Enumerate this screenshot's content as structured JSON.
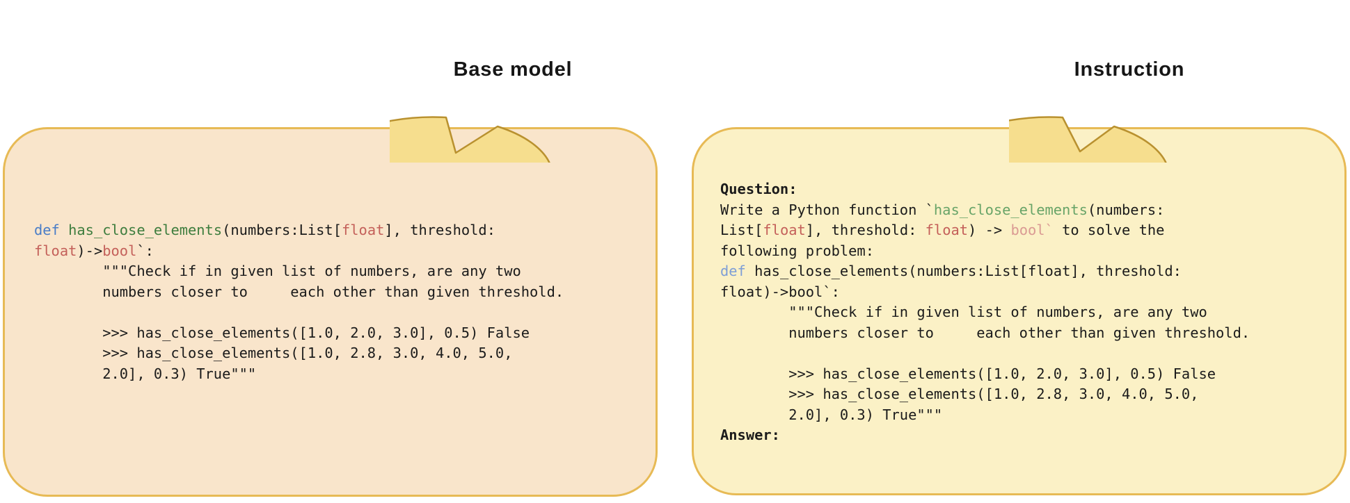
{
  "figure": {
    "description_labels": {
      "left_bubble": "Base model",
      "right_bubble": "Instruction"
    }
  },
  "colors": {
    "page_background": "#ffffff",
    "base_panel_fill": "#f9e5cb",
    "instruction_panel_fill": "#fbf1c6",
    "panel_border": "#e7ba55",
    "bubble_fill": "#f6de8e",
    "bubble_border": "#b9912f"
  },
  "palette": {
    "black": "#1b1b1b",
    "blue": "#4a7dc7",
    "blueLight": "#7e9ed6",
    "green": "#3e7d3e",
    "greenLight": "#68a468",
    "red": "#c4605a",
    "pink": "#da9a93"
  },
  "base_panel": {
    "lines": [
      [
        {
          "t": "def",
          "c": "blue"
        },
        {
          "t": " "
        },
        {
          "t": "has_close_elements",
          "c": "green"
        },
        {
          "t": "(numbers:List["
        },
        {
          "t": "float",
          "c": "red"
        },
        {
          "t": "], threshold:"
        }
      ],
      [
        {
          "t": "float",
          "c": "red"
        },
        {
          "t": ")->"
        },
        {
          "t": "bool",
          "c": "red"
        },
        {
          "t": "`:"
        }
      ],
      [
        {
          "t": "        \"\"\"Check if in given list of numbers, are any two"
        }
      ],
      [
        {
          "t": "        numbers closer to     each other than given threshold."
        }
      ],
      [],
      [
        {
          "t": "        >>> has_close_elements([1.0, 2.0, 3.0], 0.5) False"
        }
      ],
      [
        {
          "t": "        >>> has_close_elements([1.0, 2.8, 3.0, 4.0, 5.0,"
        }
      ],
      [
        {
          "t": "        2.0], 0.3) True\"\"\""
        }
      ]
    ]
  },
  "instruction_panel": {
    "lines": [
      [
        {
          "t": "Question:",
          "b": true
        }
      ],
      [
        {
          "t": "Write a Python function `"
        },
        {
          "t": "has_close_elements",
          "c": "greenLight"
        },
        {
          "t": "(numbers:"
        }
      ],
      [
        {
          "t": "List["
        },
        {
          "t": "float",
          "c": "red"
        },
        {
          "t": "], threshold: "
        },
        {
          "t": "float",
          "c": "red"
        },
        {
          "t": ") -> "
        },
        {
          "t": "bool`",
          "c": "pink"
        },
        {
          "t": " to solve the"
        }
      ],
      [
        {
          "t": "following problem:"
        }
      ],
      [
        {
          "t": "def",
          "c": "blueLight"
        },
        {
          "t": " has_close_elements(numbers:List[float], threshold:"
        }
      ],
      [
        {
          "t": "float)->bool`:"
        }
      ],
      [
        {
          "t": "        \"\"\"Check if in given list of numbers, are any two"
        }
      ],
      [
        {
          "t": "        numbers closer to     each other than given threshold."
        }
      ],
      [],
      [
        {
          "t": "        >>> has_close_elements([1.0, 2.0, 3.0], 0.5) False"
        }
      ],
      [
        {
          "t": "        >>> has_close_elements([1.0, 2.8, 3.0, 4.0, 5.0,"
        }
      ],
      [
        {
          "t": "        2.0], 0.3) True\"\"\""
        }
      ],
      [
        {
          "t": "Answer:",
          "b": true
        }
      ]
    ]
  }
}
